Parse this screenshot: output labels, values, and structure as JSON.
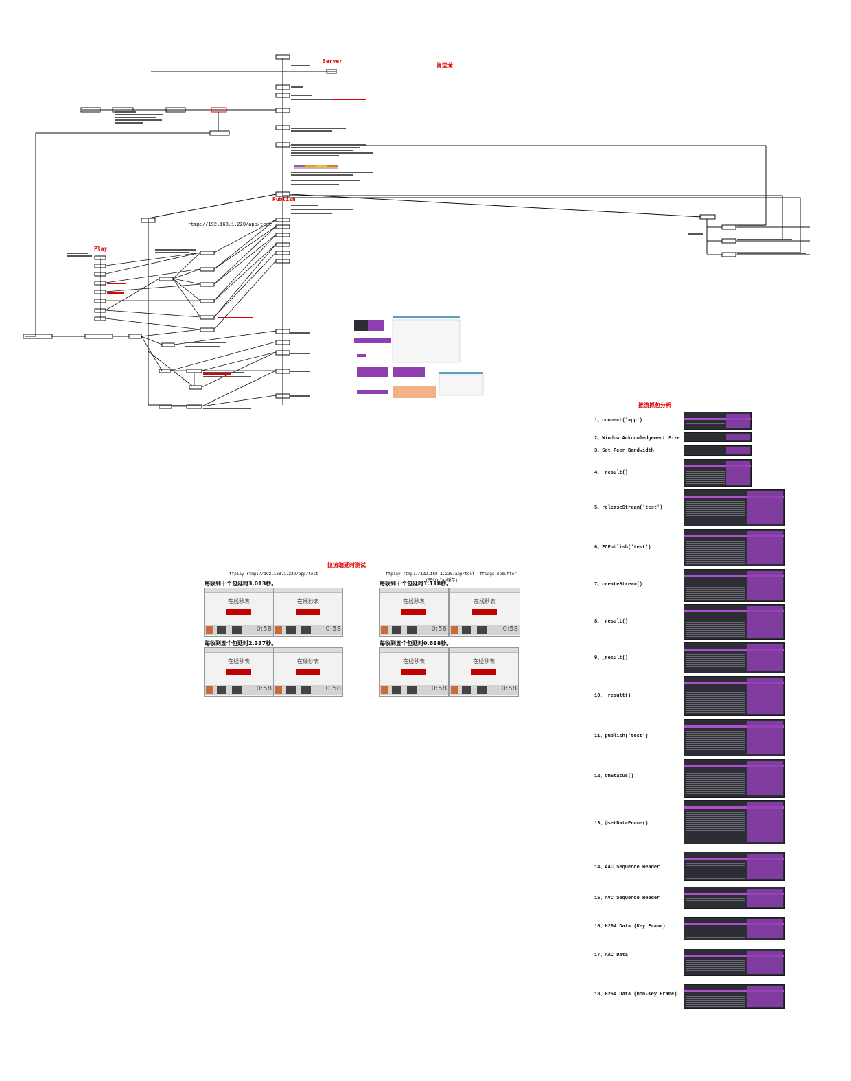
{
  "header": {
    "author": "肖宝龙",
    "server_label": "Server",
    "publish_label": "Publish",
    "play_label": "Play",
    "rtmp_url": "rtmp://192.168.1.220/app/test"
  },
  "latency_test": {
    "title": "拉流端延时测试",
    "left": {
      "command": "ffplay rtmp://192.168.1.220/app/test",
      "note_ten": "每收到十个包延时3.013秒。",
      "note_five": "每收到五个包延时2.337秒。"
    },
    "right": {
      "command": "ffplay rtmp://192.168.1.220/app/test -fflags nobuffer",
      "sub": "(无ffplay缓存)",
      "note_ten": "每收到十个包延时1.118秒。",
      "note_five": "每收到五个包延时0.688秒。"
    },
    "timer_title": "在线秒表",
    "timer_digits": "0:58"
  },
  "capture_analysis": {
    "title": "推流抓包分析",
    "steps": [
      "1、connect('app')",
      "2、Window Acknowledgement Size",
      "3、Set Peer Bandwidth",
      "4、_result()",
      "5、releaseStream('test')",
      "6、FCPublish('test')",
      "7、createStream()",
      "8、_result()",
      "9、_result()",
      "10、_result()",
      "11、publish('test')",
      "12、onStatus()",
      "13、@setDataFrame()",
      "14、AAC Sequence Header",
      "15、AVC Sequence Header",
      "16、H264 Data (Key Frame)",
      "17、AAC Data",
      "18、H264 Data (non-Key Frame)"
    ]
  },
  "colors": {
    "accent": "#e00000",
    "wireshark_highlight": "#b14fd0",
    "wireshark_bg": "#2d2d36",
    "timer_clock": "#c30000"
  }
}
